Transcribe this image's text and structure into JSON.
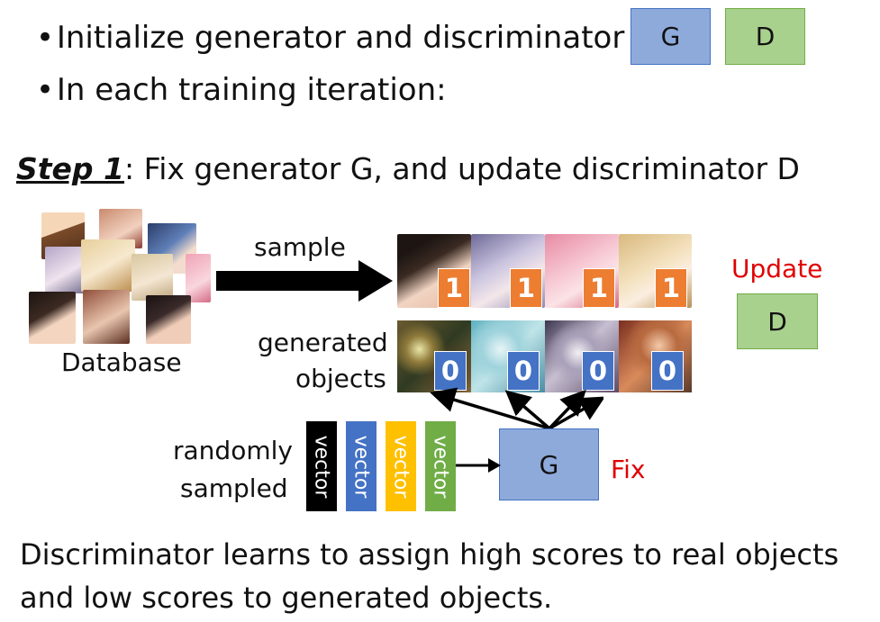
{
  "bullets": [
    "Initialize generator and discriminator",
    "In each training iteration:"
  ],
  "boxes": {
    "g_top": "G",
    "d_top": "D",
    "d_update": "D",
    "g_fix": "G"
  },
  "step": {
    "title": "Step 1",
    "text": ": Fix generator G, and update discriminator D"
  },
  "labels": {
    "database": "Database",
    "sample": "sample",
    "generated_line1": "generated",
    "generated_line2": "objects",
    "update": "Update",
    "fix": "Fix",
    "randomly": "randomly",
    "sampled": "sampled"
  },
  "real_scores": [
    "1",
    "1",
    "1",
    "1"
  ],
  "fake_scores": [
    "0",
    "0",
    "0",
    "0"
  ],
  "vectors": [
    {
      "label": "vector",
      "color": "#000000"
    },
    {
      "label": "vector",
      "color": "#4472c4"
    },
    {
      "label": "vector",
      "color": "#ffc000"
    },
    {
      "label": "vector",
      "color": "#70ad47"
    }
  ],
  "bottom_text": [
    "Discriminator learns to assign high scores to real objects",
    "and low scores to generated objects."
  ]
}
